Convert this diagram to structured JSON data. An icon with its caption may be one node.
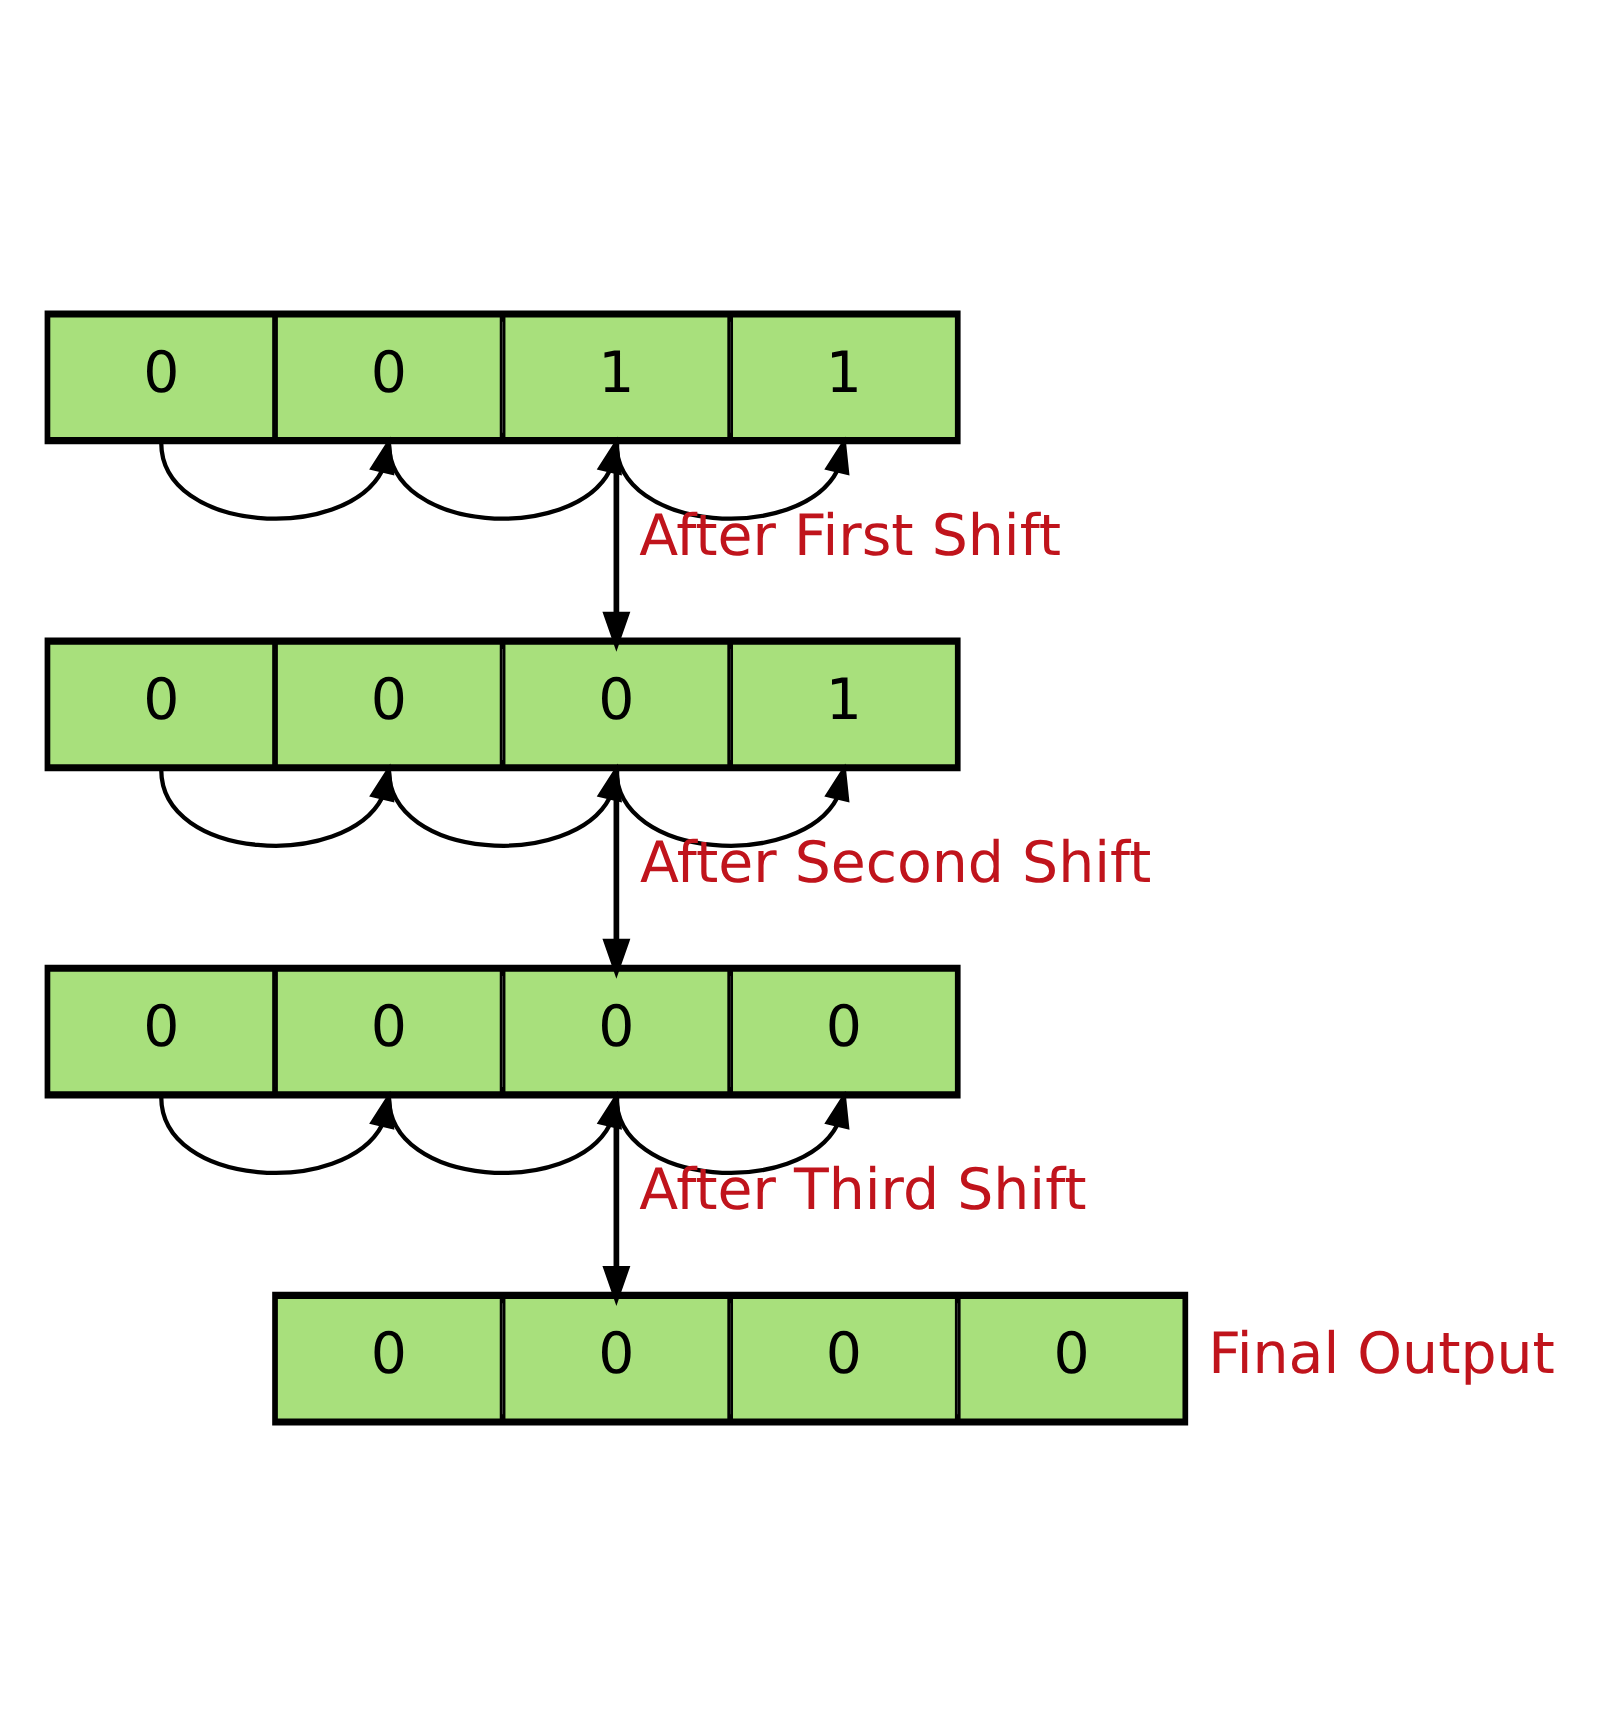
{
  "diagram": {
    "nodes": [
      {
        "text": [],
        "shape": "bar"
      },
      {
        "text": [
          "0"
        ],
        "in": 0
      },
      {
        "text": [
          "0"
        ],
        "in": 0
      },
      {
        "text": [
          "1"
        ],
        "in": 0
      },
      {
        "text": [
          "1"
        ],
        "in": 0
      },
      {
        "text": [],
        "shape": "bar"
      },
      {
        "text": [
          "0"
        ],
        "in": 5
      },
      {
        "text": [
          "0"
        ],
        "in": 5
      },
      {
        "text": [
          "0"
        ],
        "in": 5
      },
      {
        "text": [
          "1"
        ],
        "in": 5
      },
      {
        "text": [],
        "shape": "bar"
      },
      {
        "text": [
          "0"
        ],
        "in": 10
      },
      {
        "text": [
          "0"
        ],
        "in": 10
      },
      {
        "text": [
          "0"
        ],
        "in": 10
      },
      {
        "text": [
          "0"
        ],
        "in": 10
      },
      {
        "text": [],
        "shape": "bar",
        "beside": [
          "Final Output"
        ]
      },
      {
        "text": [
          "0"
        ],
        "in": 15
      },
      {
        "text": [
          "0"
        ],
        "in": 15
      },
      {
        "text": [
          "0"
        ],
        "in": 15
      },
      {
        "text": [
          "0"
        ],
        "in": 15
      }
    ],
    "edges": [
      {
        "from": 1,
        "to": 2,
        "arrow": "to"
      },
      {
        "from": 2,
        "to": 3,
        "arrow": "to"
      },
      {
        "from": 3,
        "to": 4,
        "arrow": "to"
      },
      {
        "from": 0,
        "to": 5,
        "arrow": "to",
        "label": "After First Shift"
      },
      {
        "from": 6,
        "to": 7,
        "arrow": "to"
      },
      {
        "from": 7,
        "to": 8,
        "arrow": "to"
      },
      {
        "from": 8,
        "to": 9,
        "arrow": "to"
      },
      {
        "from": 5,
        "to": 10,
        "arrow": "to",
        "label": "After Second Shift"
      },
      {
        "from": 11,
        "to": 12,
        "arrow": "to"
      },
      {
        "from": 12,
        "to": 13,
        "arrow": "to"
      },
      {
        "from": 13,
        "to": 14,
        "arrow": "to"
      },
      {
        "from": 10,
        "to": 15,
        "arrow": "to",
        "label": "After Third Shift"
      }
    ]
  }
}
